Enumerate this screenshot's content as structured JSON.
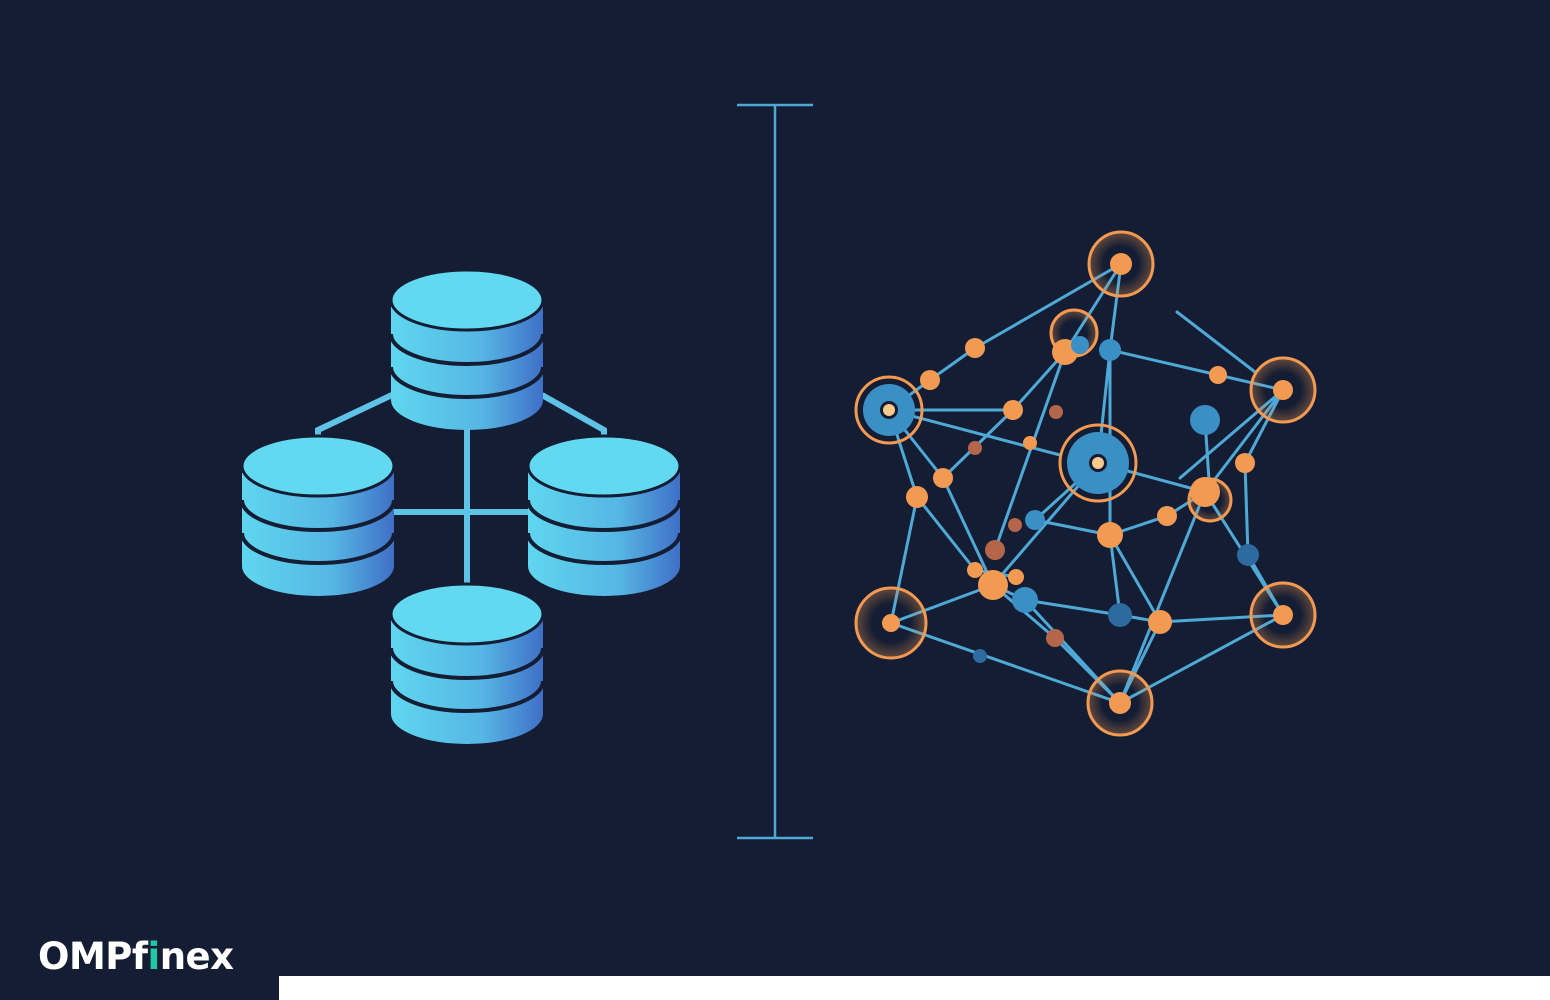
{
  "brand": {
    "logo_part1": "OMP",
    "logo_part2": "f",
    "logo_accent": "i",
    "logo_part3": "nex",
    "accent_color": "#20c9a5"
  },
  "colors": {
    "background": "#141d33",
    "db_light": "#5fd6ef",
    "db_dark": "#3f6fc7",
    "line": "#4fa9d6",
    "node_orange": "#f39a52",
    "node_blue": "#3a8fc4"
  },
  "icons": {
    "left": "database-cluster-icon",
    "right": "network-graph-icon"
  }
}
